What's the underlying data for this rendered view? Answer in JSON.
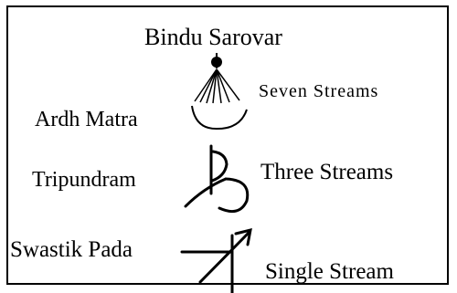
{
  "diagram": {
    "title": "Bindu Sarovar",
    "symbols": [
      {
        "label": "Ardh Matra",
        "stream": "Seven Streams",
        "icon": "bindu-sarovar-fountain"
      },
      {
        "label": "Tripundram",
        "stream": "Three Streams",
        "icon": "tripundram-symbol"
      },
      {
        "label": "Swastik Pada",
        "stream": "Single Stream",
        "icon": "swastik-pada-arrow"
      }
    ]
  }
}
